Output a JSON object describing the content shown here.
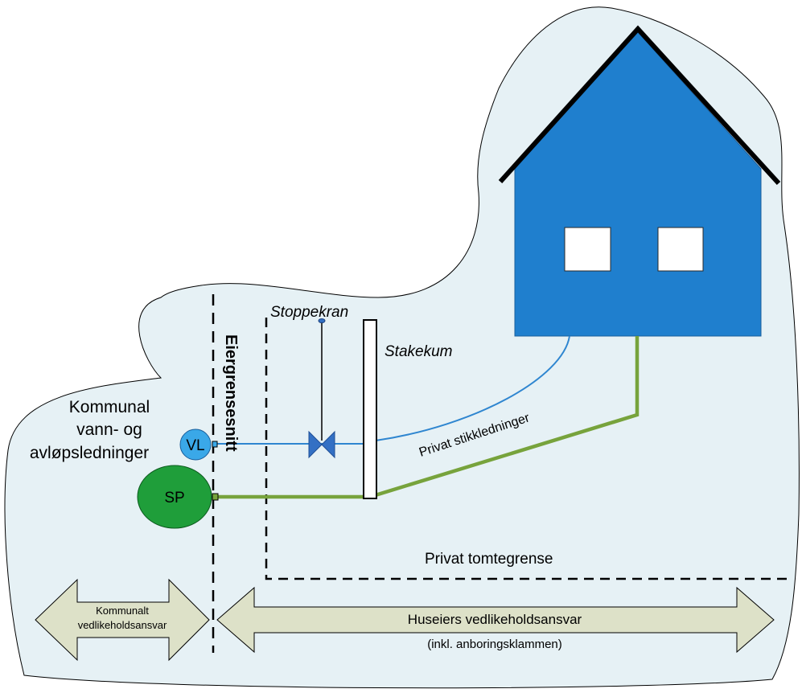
{
  "labels": {
    "kommunal_line1": "Kommunal",
    "kommunal_line2": "vann- og",
    "kommunal_line3": "avløpsledninger",
    "vl": "VL",
    "sp": "SP",
    "eiergrensesnitt": "Eiergrensesnitt",
    "stoppekran": "Stoppekran",
    "stakekum": "Stakekum",
    "privat_stikkledninger": "Privat stikkledninger",
    "privat_tomtegrense": "Privat tomtegrense",
    "kommunalt_line1": "Kommunalt",
    "kommunalt_line2": "vedlikeholdsansvar",
    "huseiers_line1": "Huseiers vedlikeholdsansvar",
    "huseiers_line2": "(inkl. anboringsklammen)"
  },
  "colors": {
    "background_blob": "#e6f1f5",
    "house": "#1f7fce",
    "roof": "#000000",
    "water_line": "#2f86d0",
    "sewer_line": "#77a33c",
    "vl_fill": "#3aa8e8",
    "sp_fill": "#1f9e3a",
    "valve": "#3370c4",
    "arrow_fill": "#dde1c8"
  }
}
